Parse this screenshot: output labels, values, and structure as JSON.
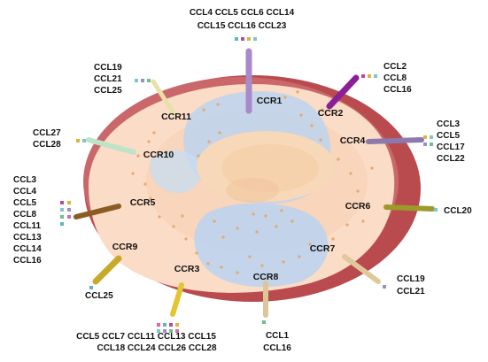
{
  "receptors": [
    {
      "id": "ccr1",
      "label": "CCR1",
      "color": "#a889c9",
      "ligands": [
        "CCL4",
        "CCL5",
        "CCL6",
        "CCL14",
        "CCL15",
        "CCL16",
        "CCL23"
      ]
    },
    {
      "id": "ccr2",
      "label": "CCR2",
      "color": "#8b1f98",
      "ligands": [
        "CCL2",
        "CCL8",
        "CCL16"
      ]
    },
    {
      "id": "ccr4",
      "label": "CCR4",
      "color": "#8e79ae",
      "ligands": [
        "CCL3",
        "CCL5",
        "CCL17",
        "CCL22"
      ]
    },
    {
      "id": "ccr6",
      "label": "CCR6",
      "color": "#9c9a2a",
      "ligands": [
        "CCL20"
      ]
    },
    {
      "id": "ccr7",
      "label": "CCR7",
      "color": "#e0c89a",
      "ligands": [
        "CCL19",
        "CCL21"
      ]
    },
    {
      "id": "ccr8",
      "label": "CCR8",
      "color": "#dcc69a",
      "ligands": [
        "CCL1",
        "CCL16"
      ]
    },
    {
      "id": "ccr3",
      "label": "CCR3",
      "color": "#e3c533",
      "ligands": [
        "CCL5",
        "CCL7",
        "CCL11",
        "CCL13",
        "CCL15",
        "CCL18",
        "CCL24",
        "CCL26",
        "CCL28"
      ]
    },
    {
      "id": "ccr9",
      "label": "CCR9",
      "color": "#c9a92a",
      "ligands": [
        "CCL25"
      ]
    },
    {
      "id": "ccr5",
      "label": "CCR5",
      "color": "#8b5b24",
      "ligands": [
        "CCL3",
        "CCL4",
        "CCL5",
        "CCL8",
        "CCL11",
        "CCL13",
        "CCL14",
        "CCL16"
      ]
    },
    {
      "id": "ccr10",
      "label": "CCR10",
      "color": "#bfe3c8",
      "ligands": [
        "CCL27",
        "CCL28"
      ]
    },
    {
      "id": "ccr11",
      "label": "CCR11",
      "color": "#e9e0a8",
      "ligands": [
        "CCL19",
        "CCL21",
        "CCL25"
      ]
    }
  ],
  "colors": {
    "membrane": "#b94a4e",
    "cell": "#fbdcc6",
    "cell_inner": "#f6d0b4",
    "cytoplasm": "#bcd3ee",
    "nucleus": "#f7d9b9",
    "granule": "#e6a86f",
    "dot_colors": [
      "#5fb6c0",
      "#b24d9f",
      "#e2b33a",
      "#7cc6cc",
      "#9a8ad0",
      "#6fbf8c",
      "#d96aa0"
    ]
  }
}
